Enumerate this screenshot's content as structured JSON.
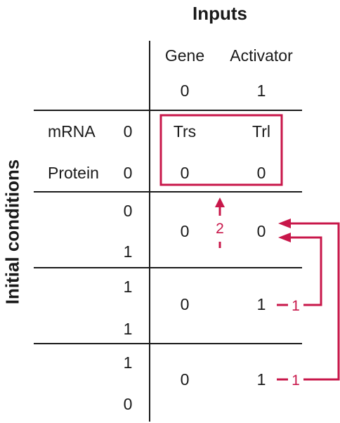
{
  "title": "Inputs",
  "side_label": "Initial conditions",
  "columns": {
    "gene": "Gene",
    "activator": "Activator"
  },
  "input_values": {
    "gene": "0",
    "activator": "1"
  },
  "header_rows": {
    "mrna_label": "mRNA",
    "mrna_value": "0",
    "protein_label": "Protein",
    "protein_value": "0"
  },
  "box": {
    "trs": "Trs",
    "trl": "Trl",
    "trs_value": "0",
    "trl_value": "0"
  },
  "rows": [
    {
      "mrna": "0",
      "protein": "1",
      "gene_out": "0",
      "activator_out": "0"
    },
    {
      "mrna": "1",
      "protein": "1",
      "gene_out": "0",
      "activator_out": "1"
    },
    {
      "mrna": "1",
      "protein": "0",
      "gene_out": "0",
      "activator_out": "1"
    }
  ],
  "arrows": {
    "step_up": "2",
    "step_row2": "1",
    "step_row3": "1"
  },
  "colors": {
    "accent": "#c8174a",
    "text": "#1a1a1a",
    "line": "#1a1a1a"
  }
}
